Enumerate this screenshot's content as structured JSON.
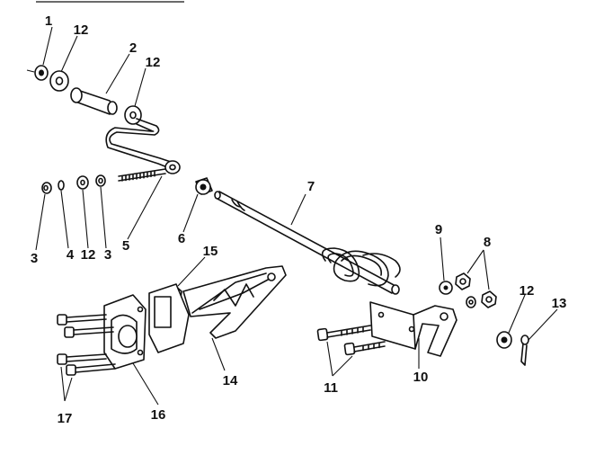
{
  "callouts": {
    "c1": "1",
    "c12a": "12",
    "c2": "2",
    "c12b": "12",
    "c3a": "3",
    "c4": "4",
    "c12c": "12",
    "c3b": "3",
    "c5": "5",
    "c6": "6",
    "c7": "7",
    "c9": "9",
    "c8": "8",
    "c12d": "12",
    "c13": "13",
    "c15": "15",
    "c14": "14",
    "c10": "10",
    "c11": "11",
    "c16": "16",
    "c17": "17"
  }
}
